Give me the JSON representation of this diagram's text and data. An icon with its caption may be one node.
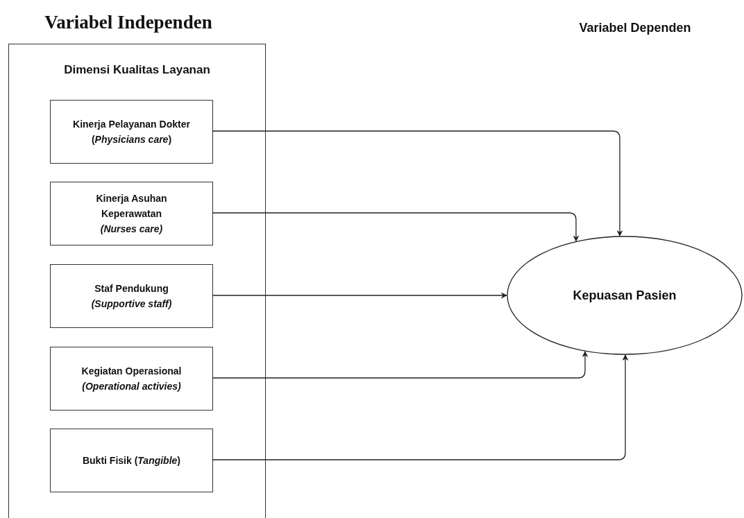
{
  "diagram": {
    "nodes": [
      {
        "text": [
          "Dimensi Kualitas Layanan"
        ]
      },
      {
        "text": [
          "Kinerja Pelayanan Dokter",
          "(*Physicians care*)"
        ],
        "in": 0
      },
      {
        "text": [
          "Kinerja Asuhan Keperawatan",
          "*(Nurses care)*"
        ],
        "in": 0
      },
      {
        "text": [
          "Staf Pendukung",
          "*(Supportive staff)*"
        ],
        "in": 0
      },
      {
        "text": [
          "Kegiatan Operasional",
          "*(Operational activies)*"
        ],
        "in": 0
      },
      {
        "text": [
          "Bukti Fisik (*Tangible*)"
        ],
        "in": 0
      },
      {
        "text": [
          "Kepuasan Pasien"
        ]
      }
    ],
    "edges": [
      {
        "from": 1,
        "to": 6,
        "arrow": "to"
      },
      {
        "from": 2,
        "to": 6,
        "arrow": "to"
      },
      {
        "from": 3,
        "to": 6,
        "arrow": "to"
      },
      {
        "from": 4,
        "to": 6,
        "arrow": "to"
      },
      {
        "from": 5,
        "to": 6,
        "arrow": "to"
      }
    ],
    "labels": [
      "Variabel Independen",
      "Variabel Dependen"
    ]
  }
}
